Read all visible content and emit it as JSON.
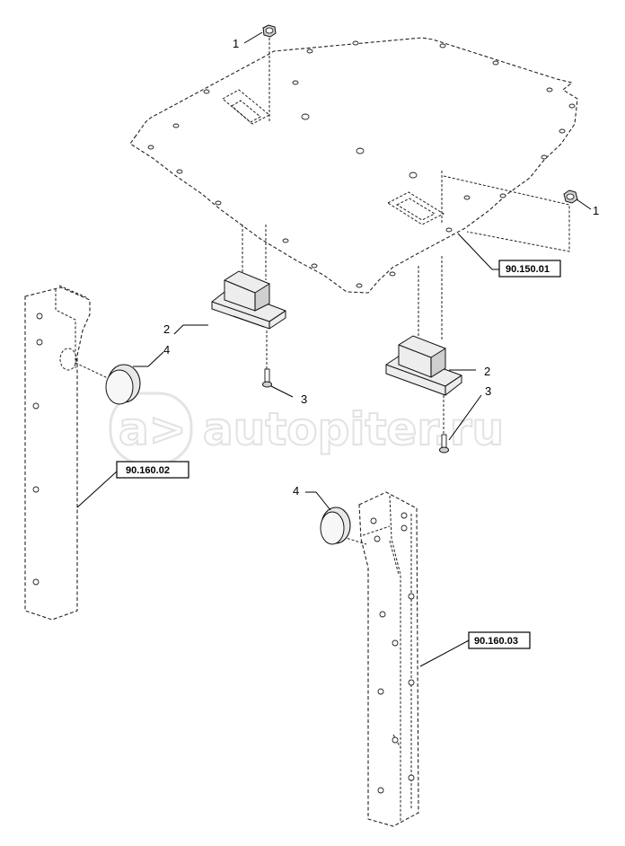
{
  "callouts": {
    "c1a": "1",
    "c1b": "1",
    "c2a": "2",
    "c2b": "2",
    "c3a": "3",
    "c3b": "3",
    "c4a": "4",
    "c4b": "4"
  },
  "refs": {
    "floor": "90.150.01",
    "left_post": "90.160.02",
    "right_post": "90.160.03"
  },
  "watermark": {
    "logo": "a>",
    "text": "autopiter.ru"
  }
}
